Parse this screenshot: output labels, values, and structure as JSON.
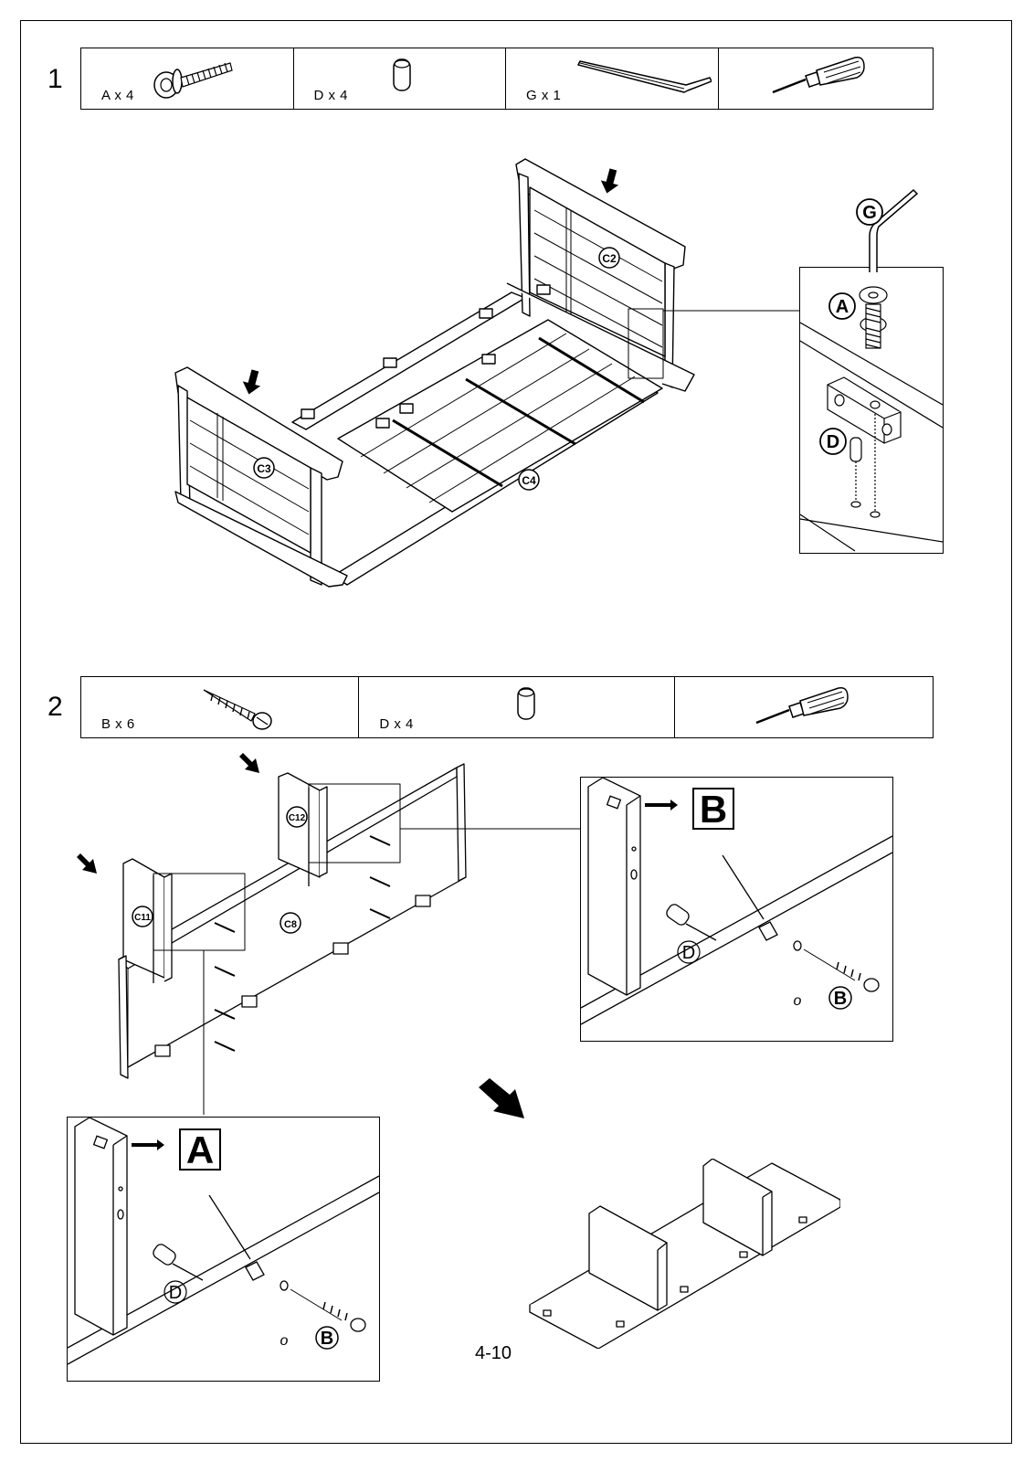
{
  "page": {
    "page_number": "4-10"
  },
  "step1": {
    "number": "1",
    "parts": [
      {
        "label": "A x 4",
        "icon": "bolt-with-washer-icon"
      },
      {
        "label": "D x 4",
        "icon": "dowel-icon"
      },
      {
        "label": "G x 1",
        "icon": "allen-key-icon"
      },
      {
        "label": "",
        "icon": "screwdriver-icon"
      }
    ],
    "diagram_labels": {
      "headboard": "C2",
      "footboard": "C3",
      "rail": "C4"
    },
    "detail_labels": {
      "key": "G",
      "bolt": "A",
      "dowel": "D"
    }
  },
  "step2": {
    "number": "2",
    "parts": [
      {
        "label": "B x 6",
        "icon": "wood-screw-icon"
      },
      {
        "label": "D x 4",
        "icon": "dowel-icon"
      },
      {
        "label": "",
        "icon": "screwdriver-icon"
      }
    ],
    "diagram_labels": {
      "left_post": "C11",
      "right_post": "C12",
      "panel": "C8"
    },
    "detail_a": {
      "title": "A",
      "dowel": "D",
      "screw": "B",
      "hole_mark": "o"
    },
    "detail_b": {
      "title": "B",
      "dowel": "D",
      "screw": "B",
      "hole_mark": "o"
    }
  }
}
